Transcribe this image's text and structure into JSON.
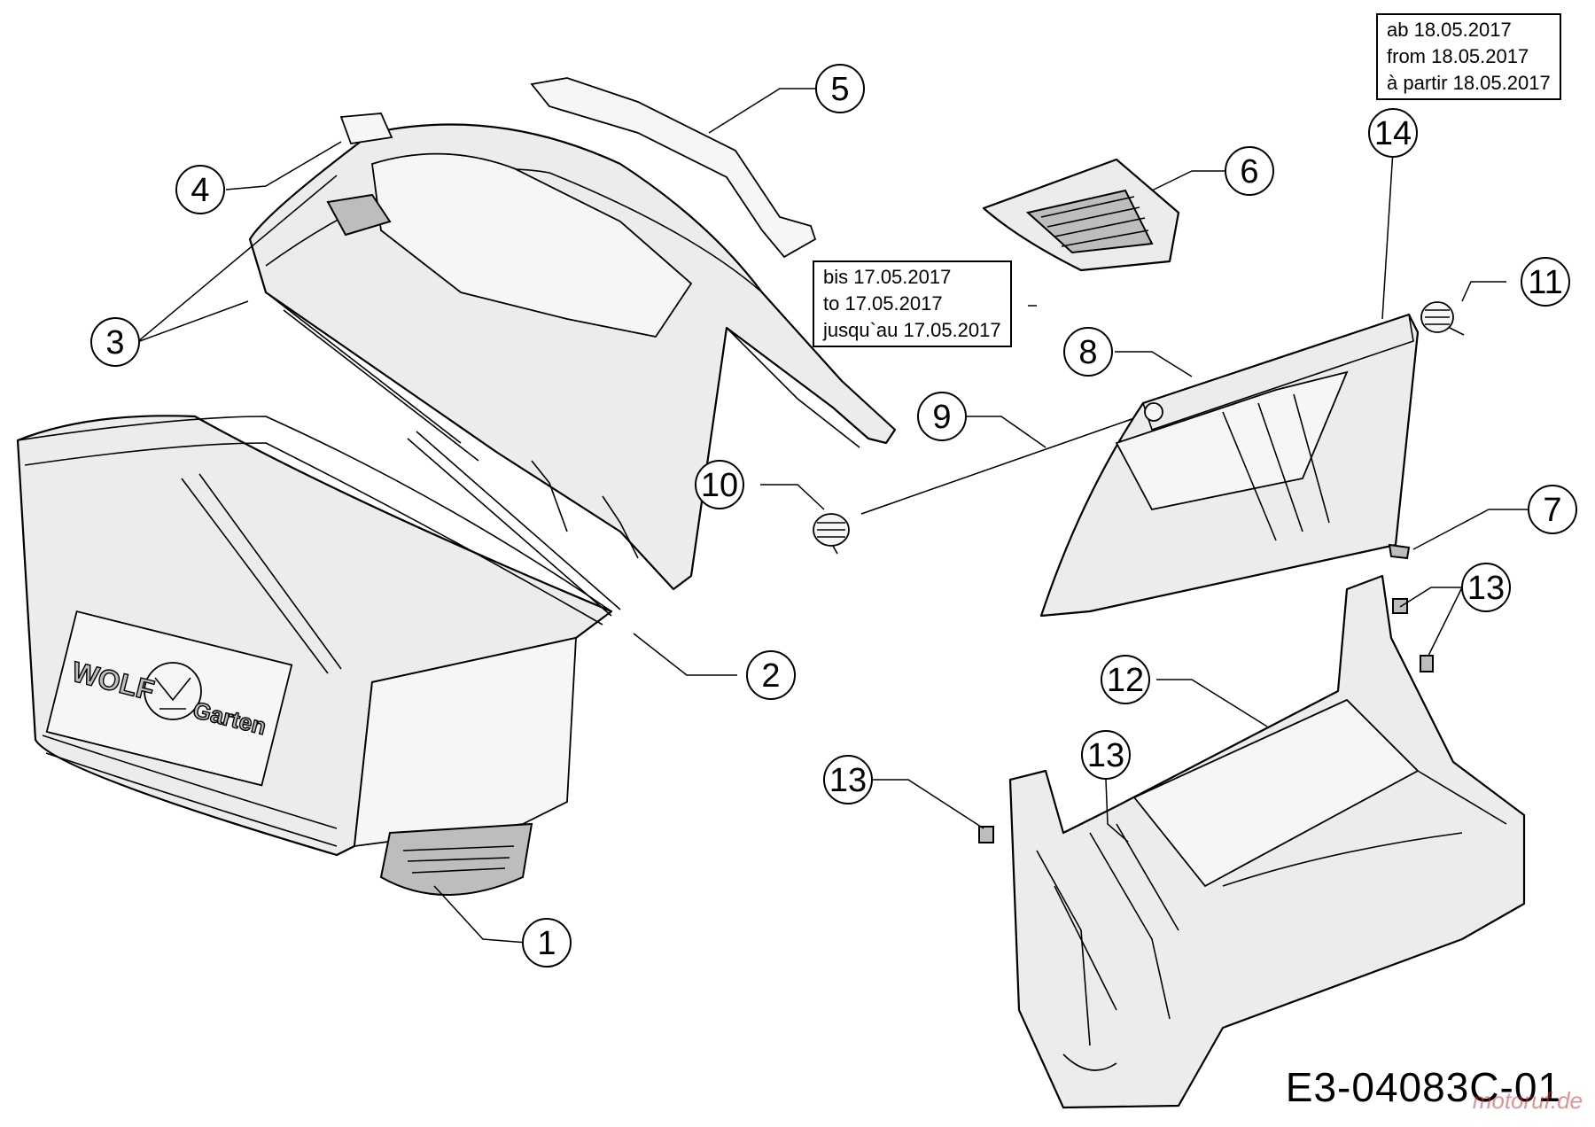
{
  "notes": {
    "from_box": [
      "ab 18.05.2017",
      "from 18.05.2017",
      "à partir 18.05.2017"
    ],
    "until_box": [
      "bis 17.05.2017",
      "to 17.05.2017",
      "jusqu`au 17.05.2017"
    ]
  },
  "drawing_id": "E3-04083C-01",
  "watermark": "motoruf.de",
  "logo": {
    "brand": "WOLF",
    "sub": "Garten"
  },
  "callouts": [
    "1",
    "2",
    "3",
    "4",
    "5",
    "6",
    "7",
    "8",
    "9",
    "10",
    "11",
    "12",
    "13",
    "13",
    "13",
    "14"
  ]
}
